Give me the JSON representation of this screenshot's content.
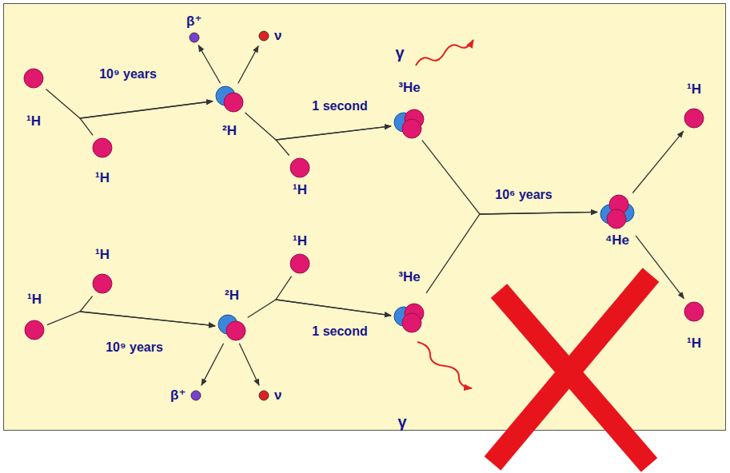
{
  "diagram": {
    "nodes": [
      {
        "text": [
          "¹H"
        ]
      },
      {
        "text": [
          "¹H"
        ]
      },
      {
        "text": [
          "²H"
        ]
      },
      {
        "text": [
          "β⁺"
        ]
      },
      {
        "text": [
          "ν"
        ]
      },
      {
        "text": [
          "¹H"
        ]
      },
      {
        "text": [
          "³He"
        ]
      },
      {
        "text": [
          "¹H"
        ]
      },
      {
        "text": [
          "¹H"
        ]
      },
      {
        "text": [
          "²H"
        ]
      },
      {
        "text": [
          "¹H"
        ]
      },
      {
        "text": [
          "³He"
        ]
      },
      {
        "text": [
          "β⁺"
        ]
      },
      {
        "text": [
          "ν"
        ]
      },
      {
        "text": [
          "⁴He"
        ]
      },
      {
        "text": [
          "¹H"
        ]
      },
      {
        "text": [
          "¹H"
        ]
      }
    ],
    "edges": [
      {
        "from": 0,
        "to": 2,
        "arrow": "to",
        "label": "10⁹ years"
      },
      {
        "from": 1,
        "to": 2,
        "arrow": "to"
      },
      {
        "from": 2,
        "to": 3,
        "arrow": "to"
      },
      {
        "from": 2,
        "to": 4,
        "arrow": "to"
      },
      {
        "from": 2,
        "to": 6,
        "arrow": "to",
        "label": "1 second"
      },
      {
        "from": 5,
        "to": 6,
        "arrow": "to"
      },
      {
        "from": 6,
        "to": 14,
        "arrow": "to",
        "label": "10⁶ years"
      },
      {
        "from": 11,
        "to": 14,
        "arrow": "to"
      },
      {
        "from": 7,
        "to": 9,
        "arrow": "to"
      },
      {
        "from": 8,
        "to": 9,
        "arrow": "to",
        "label": "10⁹ years"
      },
      {
        "from": 9,
        "to": 12,
        "arrow": "to"
      },
      {
        "from": 9,
        "to": 13,
        "arrow": "to"
      },
      {
        "from": 9,
        "to": 11,
        "arrow": "to",
        "label": "1 second"
      },
      {
        "from": 10,
        "to": 11,
        "arrow": "to"
      },
      {
        "from": 14,
        "to": 15,
        "arrow": "to"
      },
      {
        "from": 14,
        "to": 16,
        "arrow": "to"
      }
    ],
    "labels": [
      "γ",
      "γ"
    ]
  }
}
